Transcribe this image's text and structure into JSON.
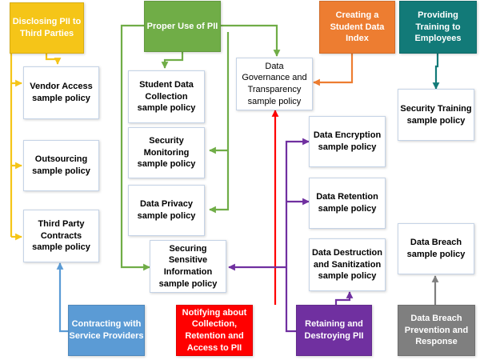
{
  "colors": {
    "yellow": "#f5c518",
    "green": "#70ad47",
    "orange": "#ed7d31",
    "teal": "#127a78",
    "blue": "#5b9bd5",
    "red": "#ff0000",
    "purple": "#7030a0",
    "gray": "#7f7f7f"
  },
  "headers": {
    "disclosing": "Disclosing PII to\nThird Parties",
    "proper_use": "Proper Use of PII",
    "student_index": "Creating a\nStudent Data\nIndex",
    "training": "Providing\nTraining to\nEmployees",
    "contracting": "Contracting with\nService Providers",
    "notifying": "Notifying about\nCollection,\nRetention and\nAccess to PII",
    "retaining": "Retaining and\nDestroying PII",
    "breach_prevention": "Data Breach\nPrevention and\nResponse"
  },
  "policies": {
    "vendor_access": "Vendor Access\nsample policy",
    "outsourcing": "Outsourcing\nsample policy",
    "third_party": "Third Party\nContracts\nsample policy",
    "student_collection": "Student Data\nCollection\nsample policy",
    "security_monitoring": "Security\nMonitoring\nsample policy",
    "data_privacy": "Data Privacy\nsample policy",
    "securing_sensitive": "Securing\nSensitive\nInformation\nsample policy",
    "governance": "Data\nGovernance and\nTransparency\nsample policy",
    "encryption": "Data Encryption\nsample policy",
    "retention": "Data Retention\nsample policy",
    "destruction": "Data Destruction\nand Sanitization\nsample policy",
    "security_training": "Security Training\nsample policy",
    "breach": "Data Breach\nsample policy"
  }
}
